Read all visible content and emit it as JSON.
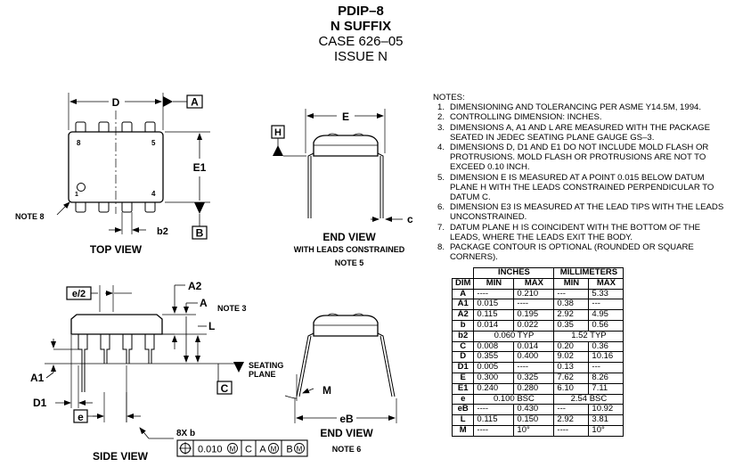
{
  "header": {
    "line1": "PDIP–8",
    "line2": "N SUFFIX",
    "line3": "CASE 626–05",
    "line4": "ISSUE N"
  },
  "top_view": {
    "dim_D": "D",
    "datum_A": "A",
    "dim_E1": "E1",
    "pin8": "8",
    "pin5": "5",
    "pin1": "1",
    "pin4": "4",
    "note8": "NOTE 8",
    "dim_b2": "b2",
    "datum_B": "B",
    "caption": "TOP VIEW"
  },
  "end_view_1": {
    "dim_E": "E",
    "datum_H": "H",
    "dim_c": "c",
    "caption": "END VIEW",
    "subcaption": "WITH LEADS CONSTRAINED",
    "note": "NOTE 5"
  },
  "side_view": {
    "dim_e2": "e/2",
    "dim_A2": "A2",
    "dim_A": "A",
    "note3": "NOTE 3",
    "dim_L": "L",
    "seating_plane": "SEATING\nPLANE",
    "dim_A1": "A1",
    "datum_C": "C",
    "dim_D1": "D1",
    "dim_e": "e",
    "dim_8xb": "8X b",
    "tol_value": "0.010",
    "tol_C": "C",
    "tol_A": "A",
    "tol_B": "B",
    "caption": "SIDE VIEW"
  },
  "end_view_2": {
    "dim_M": "M",
    "dim_eB": "eB",
    "caption": "END VIEW",
    "note": "NOTE 6"
  },
  "notes": {
    "title": "NOTES:",
    "items": [
      {
        "n": "1.",
        "text": "DIMENSIONING AND TOLERANCING PER ASME Y14.5M, 1994."
      },
      {
        "n": "2.",
        "text": "CONTROLLING DIMENSION: INCHES."
      },
      {
        "n": "3.",
        "text": "DIMENSIONS A, A1 AND L ARE MEASURED WITH THE PACKAGE SEATED IN JEDEC SEATING PLANE GAUGE GS–3."
      },
      {
        "n": "4.",
        "text": "DIMENSIONS D, D1 AND E1 DO NOT INCLUDE MOLD FLASH OR PROTRUSIONS. MOLD FLASH OR PROTRUSIONS ARE NOT TO EXCEED 0.10 INCH."
      },
      {
        "n": "5.",
        "text": "DIMENSION E IS MEASURED AT A POINT 0.015 BELOW DATUM PLANE H WITH THE LEADS CONSTRAINED PERPENDICULAR TO DATUM C."
      },
      {
        "n": "6.",
        "text": "DIMENSION E3 IS MEASURED AT THE LEAD TIPS WITH THE LEADS UNCONSTRAINED."
      },
      {
        "n": "7.",
        "text": "DATUM PLANE H IS COINCIDENT WITH THE BOTTOM OF THE LEADS, WHERE THE LEADS EXIT THE BODY."
      },
      {
        "n": "8.",
        "text": "PACKAGE CONTOUR IS OPTIONAL (ROUNDED OR SQUARE CORNERS)."
      }
    ]
  },
  "table": {
    "h_inches": "INCHES",
    "h_mm": "MILLIMETERS",
    "h_dim": "DIM",
    "h_min": "MIN",
    "h_max": "MAX",
    "rows": [
      {
        "dim": "A",
        "imin": "----",
        "imax": "0.210",
        "mmin": "---",
        "mmax": "5.33"
      },
      {
        "dim": "A1",
        "imin": "0.015",
        "imax": "----",
        "mmin": "0.38",
        "mmax": "---"
      },
      {
        "dim": "A2",
        "imin": "0.115",
        "imax": "0.195",
        "mmin": "2.92",
        "mmax": "4.95"
      },
      {
        "dim": "b",
        "imin": "0.014",
        "imax": "0.022",
        "mmin": "0.35",
        "mmax": "0.56"
      },
      {
        "dim": "b2",
        "itypical": "0.060 TYP",
        "mtypical": "1.52 TYP"
      },
      {
        "dim": "C",
        "imin": "0.008",
        "imax": "0.014",
        "mmin": "0.20",
        "mmax": "0.36"
      },
      {
        "dim": "D",
        "imin": "0.355",
        "imax": "0.400",
        "mmin": "9.02",
        "mmax": "10.16"
      },
      {
        "dim": "D1",
        "imin": "0.005",
        "imax": "----",
        "mmin": "0.13",
        "mmax": "---"
      },
      {
        "dim": "E",
        "imin": "0.300",
        "imax": "0.325",
        "mmin": "7.62",
        "mmax": "8.26"
      },
      {
        "dim": "E1",
        "imin": "0.240",
        "imax": "0.280",
        "mmin": "6.10",
        "mmax": "7.11"
      },
      {
        "dim": "e",
        "itypical": "0.100 BSC",
        "mtypical": "2.54 BSC"
      },
      {
        "dim": "eB",
        "imin": "----",
        "imax": "0.430",
        "mmin": "---",
        "mmax": "10.92"
      },
      {
        "dim": "L",
        "imin": "0.115",
        "imax": "0.150",
        "mmin": "2.92",
        "mmax": "3.81"
      },
      {
        "dim": "M",
        "imin": "----",
        "imax": "10°",
        "mmin": "----",
        "mmax": "10°"
      }
    ]
  }
}
